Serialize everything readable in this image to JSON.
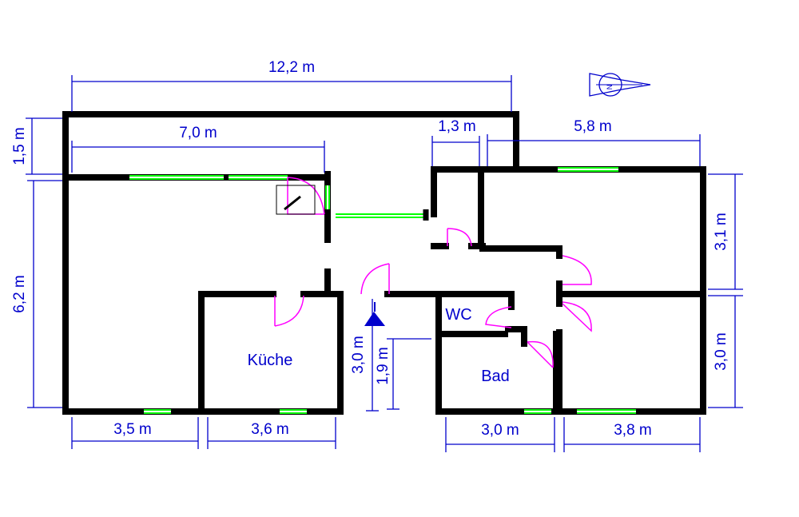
{
  "dimensions": {
    "total_width": "12,2 m",
    "balcony_depth": "1,5 m",
    "living_width": "7,0 m",
    "hall_width": "1,3 m",
    "right_width": "5,8 m",
    "living_depth": "6,2 m",
    "room_right_top": "3,1 m",
    "room_right_bottom": "3,0 m",
    "entrance_depth": "3,0 m",
    "entrance_inner": "1,9 m",
    "bottom_1": "3,5 m",
    "bottom_2": "3,6 m",
    "bottom_3": "3,0 m",
    "bottom_4": "3,8 m"
  },
  "rooms": {
    "kitchen": "Küche",
    "wc": "WC",
    "bath": "Bad"
  },
  "compass": {
    "label": "N"
  },
  "colors": {
    "walls": "#000000",
    "windows": "#00ff00",
    "doors": "#ff00ff",
    "dimensions": "#0000cc",
    "background": "#ffffff"
  }
}
